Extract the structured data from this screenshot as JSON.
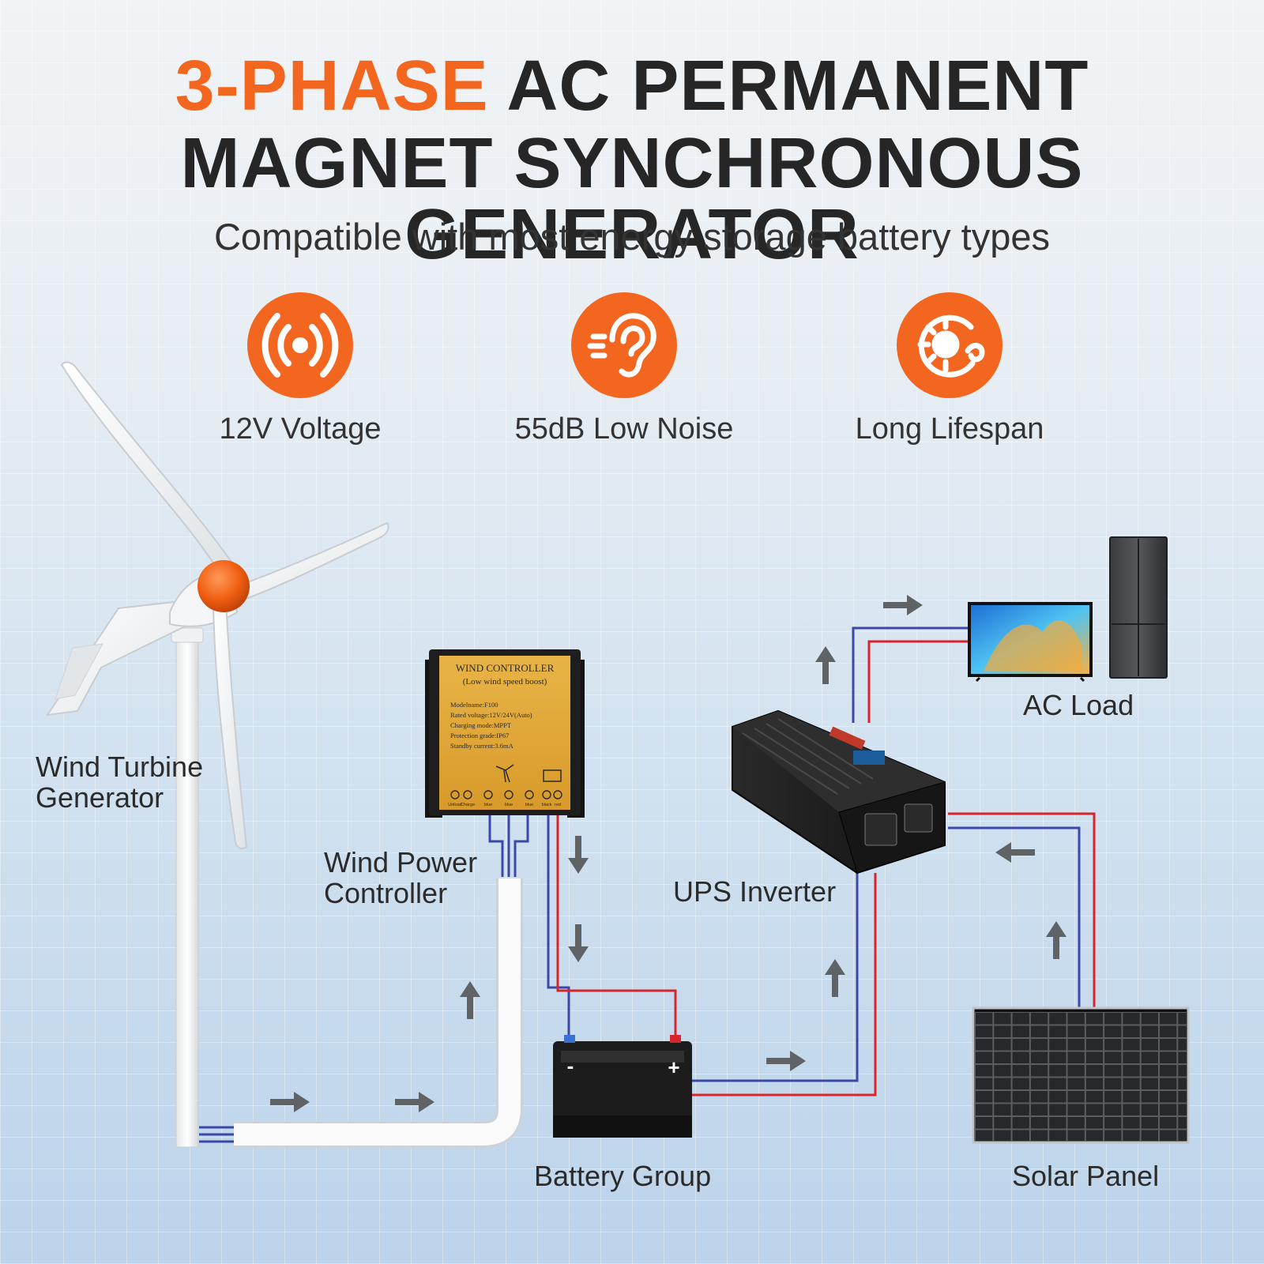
{
  "headline": {
    "line1_accent": "3-PHASE",
    "line1_rest": "AC PERMANENT",
    "line2": "MAGNET SYNCHRONOUS GENERATOR",
    "accent_color": "#f3661f"
  },
  "subtitle": "Compatible with most energy storage battery types",
  "features": [
    {
      "icon": "signal-waves-icon",
      "label": "12V Voltage"
    },
    {
      "icon": "ear-icon",
      "label": "55dB Low Noise"
    },
    {
      "icon": "lifespan-gear-icon",
      "label": "Long Lifespan"
    }
  ],
  "components": {
    "wind_turbine": "Wind Turbine Generator",
    "wind_controller": "Wind Power Controller",
    "ups_inverter": "UPS Inverter",
    "ac_load": "AC Load",
    "battery": "Battery Group",
    "solar_panel": "Solar Panel"
  },
  "controller_panel": {
    "title": "WIND CONTROLLER",
    "subtitle": "(Low wind speed boost)",
    "specs": [
      "Modelname:F100",
      "Rated voltage:12V/24V(Auto)",
      "Charging mode:MPPT",
      "Protection grade:IP67",
      "Standby current:3.6mA"
    ],
    "terminals": [
      "Unload",
      "Charge",
      "blue",
      "blue",
      "blue",
      "black",
      "red"
    ]
  },
  "battery_terminals": {
    "negative": "-",
    "positive": "+"
  },
  "wire_colors": {
    "blue": "#3b48a8",
    "red": "#d8242b"
  }
}
